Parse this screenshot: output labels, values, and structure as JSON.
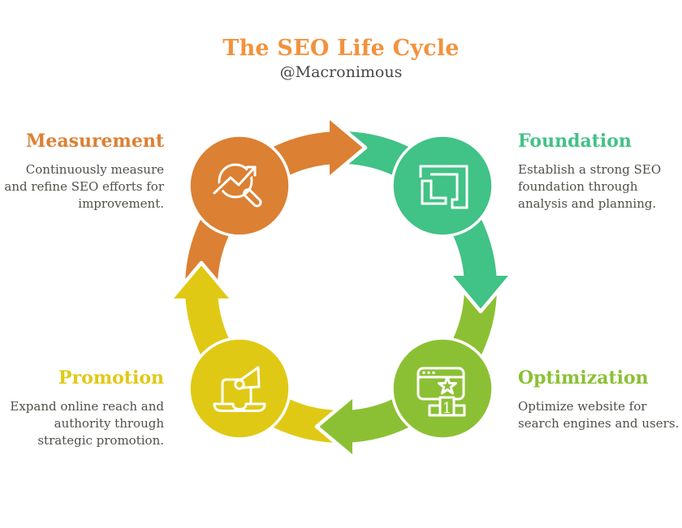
{
  "header": {
    "title": "The SEO Life Cycle",
    "subtitle": "@Macronimous"
  },
  "colors": {
    "title": "#F2923D",
    "orange": "#DC8033",
    "green": "#41C286",
    "lime": "#8CC034",
    "yellow": "#E0C915",
    "body_text": "#4C5148",
    "subtitle_text": "#474747",
    "background": "#FFFFFF",
    "icon_stroke": "#FFFFFF"
  },
  "cycle": {
    "direction": "clockwise"
  },
  "nodes": [
    {
      "id": "measurement",
      "label": "Measurement",
      "lines": [
        "Continuously measure",
        "and refine SEO efforts for",
        "improvement."
      ],
      "color": "orange",
      "icon": "magnifier-trend",
      "position": "top-left"
    },
    {
      "id": "foundation",
      "label": "Foundation",
      "lines": [
        "Establish a strong SEO",
        "foundation through",
        "analysis and planning."
      ],
      "color": "green",
      "icon": "overlapping-frames",
      "position": "top-right"
    },
    {
      "id": "optimization",
      "label": "Optimization",
      "lines": [
        "Optimize website for",
        "search engines and users."
      ],
      "color": "lime",
      "icon": "browser-ranking",
      "icon_badge": "1",
      "position": "bottom-right"
    },
    {
      "id": "promotion",
      "label": "Promotion",
      "lines": [
        "Expand online reach and",
        "authority through",
        "strategic promotion."
      ],
      "color": "yellow",
      "icon": "laptop-megaphone",
      "position": "bottom-left"
    }
  ]
}
